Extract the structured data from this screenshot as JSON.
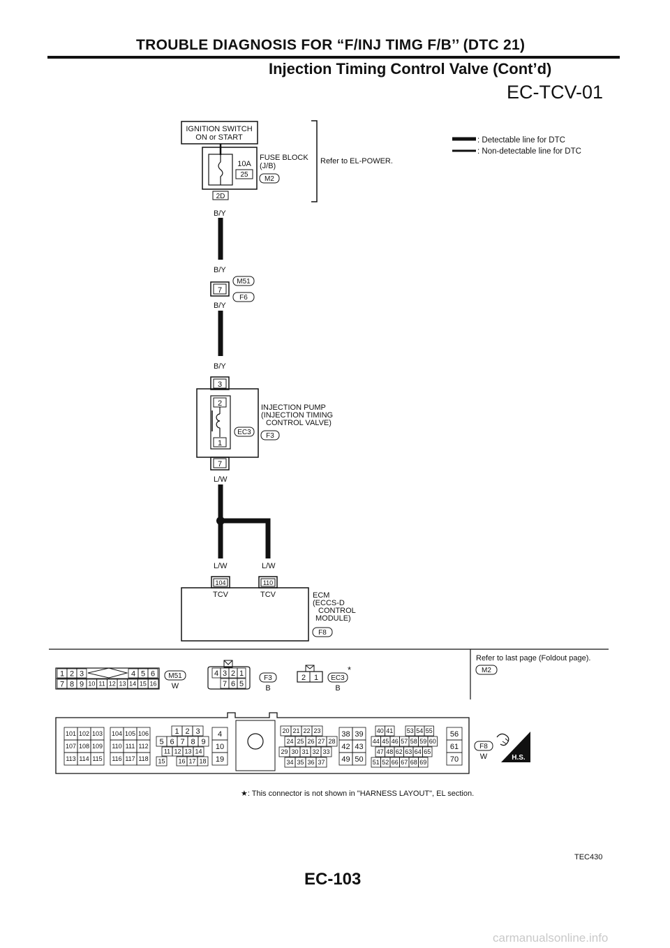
{
  "header": {
    "title": "TROUBLE DIAGNOSIS FOR “F/INJ TIMG F/B’’ (DTC 21)",
    "subtitle": "Injection Timing Control Valve (Cont’d)"
  },
  "diagram_id": "EC-TCV-01",
  "legend": {
    "detectable": ": Detectable line for DTC",
    "non_detectable": ": Non-detectable line for DTC"
  },
  "ignition": {
    "line1": "IGNITION SWITCH",
    "line2": "ON or START"
  },
  "fuse": {
    "amp": "10A",
    "num": "25",
    "terminal": "2D",
    "label1": "FUSE BLOCK",
    "label2": "(J/B)",
    "conn": "M2",
    "refer": "Refer to EL-POWER."
  },
  "wire1_color": "B/Y",
  "joint": {
    "color_top": "B/Y",
    "pin": "7",
    "color_bottom": "B/Y",
    "conn1": "M51",
    "conn2": "F6"
  },
  "pump": {
    "color_in": "B/Y",
    "pin_outer_top": "3",
    "pin_inner_top": "2",
    "pin_inner_bottom": "1",
    "pin_outer_bottom": "7",
    "conn1": "EC3",
    "conn2": "F3",
    "label1": "INJECTION PUMP",
    "label2": "(INJECTION TIMING",
    "label3": "CONTROL VALVE)",
    "color_out": "L/W"
  },
  "ecm": {
    "color_left": "L/W",
    "color_right": "L/W",
    "pin_left": "104",
    "pin_right": "110",
    "term_left": "TCV",
    "term_right": "TCV",
    "label1": "ECM",
    "label2": "(ECCS-D",
    "label3": "CONTROL",
    "label4": "MODULE)",
    "conn": "F8"
  },
  "connectors": {
    "m51": {
      "row1": [
        "1",
        "2",
        "3",
        "4",
        "5",
        "6"
      ],
      "row2": [
        "7",
        "8",
        "9",
        "10",
        "11",
        "12",
        "13",
        "14",
        "15",
        "16"
      ],
      "id": "M51",
      "color": "W"
    },
    "f3": {
      "row1": [
        "4",
        "3",
        "2",
        "1"
      ],
      "row2": [
        "7",
        "6",
        "5"
      ],
      "id": "F3",
      "color": "B"
    },
    "ec3": {
      "pins": [
        "2",
        "1"
      ],
      "id": "EC3",
      "color": "B",
      "mark": "*"
    },
    "refer": "Refer to last page (Foldout page).",
    "refer_conn": "M2",
    "f8": {
      "id": "F8",
      "color": "W"
    },
    "hs": "H.S.",
    "ecm_left": [
      [
        "101",
        "102",
        "103"
      ],
      [
        "107",
        "108",
        "109"
      ],
      [
        "113",
        "114",
        "115"
      ]
    ],
    "ecm_left2": [
      [
        "104",
        "105",
        "106"
      ],
      [
        "110",
        "111",
        "112"
      ],
      [
        "116",
        "117",
        "118"
      ]
    ],
    "ecm_mid": [
      [
        "1",
        "2",
        "3"
      ],
      [
        "5",
        "6",
        "7",
        "8",
        "9"
      ],
      [
        "11",
        "12",
        "13",
        "14"
      ],
      [
        "15",
        "16",
        "17",
        "18"
      ]
    ],
    "ecm_col4": [
      "4",
      "10",
      "19"
    ],
    "ecm_r1": [
      [
        "20",
        "21",
        "22",
        "23"
      ],
      [
        "24",
        "25",
        "26",
        "27",
        "28"
      ],
      [
        "29",
        "30",
        "31",
        "32",
        "33"
      ],
      [
        "34",
        "35",
        "36",
        "37"
      ]
    ],
    "ecm_r2": [
      [
        "38",
        "39"
      ],
      [
        "42",
        "43"
      ],
      [
        "49",
        "50"
      ]
    ],
    "ecm_r3": [
      [
        "40",
        "41",
        "53",
        "54",
        "55"
      ],
      [
        "44",
        "45",
        "46",
        "57",
        "58",
        "59",
        "60"
      ],
      [
        "47",
        "48",
        "62",
        "63",
        "64",
        "65"
      ],
      [
        "51",
        "52",
        "66",
        "67",
        "68",
        "69"
      ]
    ],
    "ecm_r4": [
      "56",
      "61",
      "70"
    ]
  },
  "footnote": "★: This connector is not shown in \"HARNESS LAYOUT\", EL section.",
  "ref_code": "TEC430",
  "page": "EC-103",
  "watermark": "carmanualsonline.info"
}
